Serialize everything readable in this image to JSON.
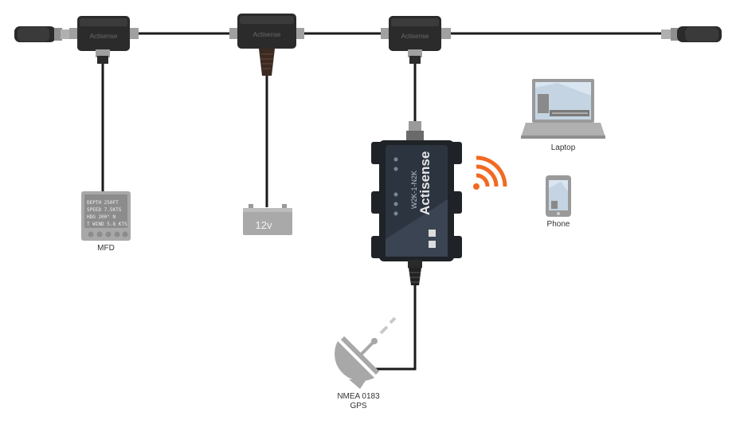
{
  "colors": {
    "cable": "#1a1a1a",
    "connector_body": "#2b2b2b",
    "connector_metal": "#9a9a9a",
    "device_dark": "#1f2328",
    "device_face": "#2c3440",
    "wifi": "#f26a21",
    "icon_gray": "#9a9a9a",
    "icon_light": "#c9c9c9",
    "screen_blue": "#d9e6f2"
  },
  "tees": {
    "tee1_brand": "Actisense",
    "tee2_brand": "Actisense",
    "tee3_brand": "Actisense"
  },
  "gateway": {
    "brand": "Actisense",
    "model": "W2K-1-N2K"
  },
  "mfd": {
    "label": "MFD",
    "lines": [
      "DEPTH 250FT",
      "SPEED 7.5KTS",
      "HDG 200° N",
      "T WIND 5.8 KTS"
    ]
  },
  "battery": {
    "label": "12v"
  },
  "laptop": {
    "label": "Laptop"
  },
  "phone": {
    "label": "Phone"
  },
  "gps": {
    "label_line1": "NMEA 0183",
    "label_line2": "GPS"
  },
  "icons": {
    "wifi": "wifi-icon",
    "satellite": "satellite-dish-icon",
    "laptop": "laptop-icon",
    "phone": "phone-icon",
    "battery": "battery-icon",
    "mfd": "mfd-display-icon"
  }
}
